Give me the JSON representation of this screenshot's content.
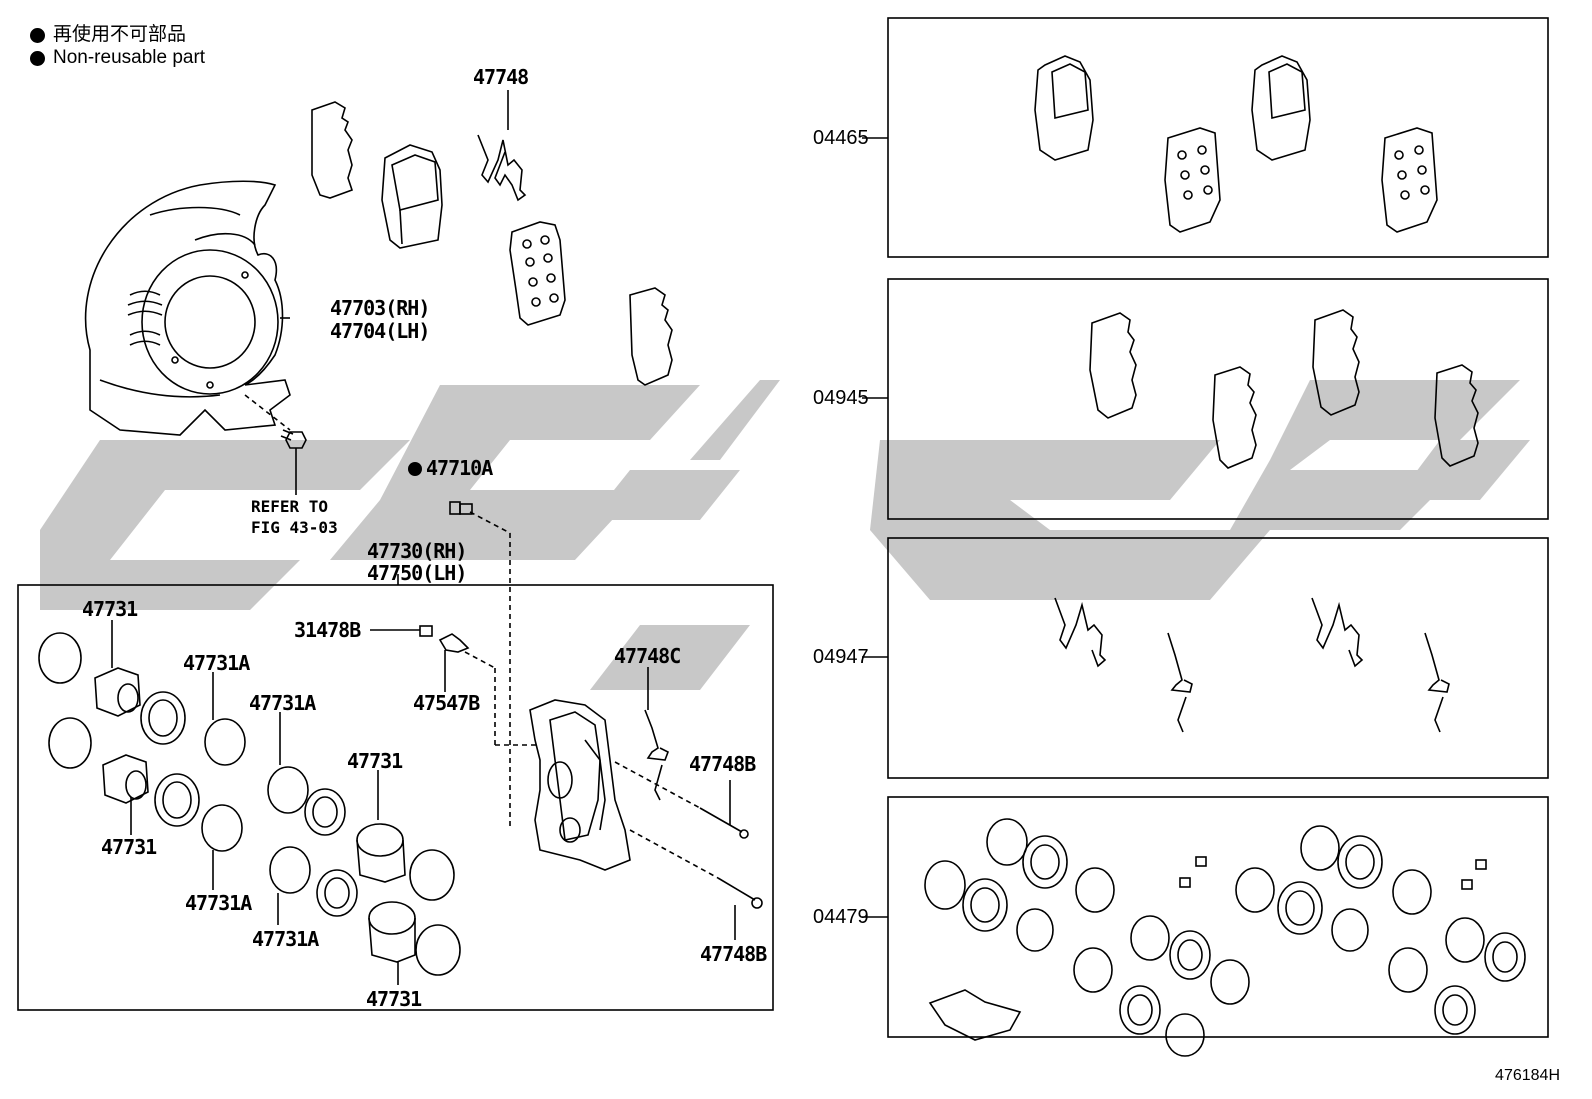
{
  "legend": [
    {
      "text": "再使用不可部品"
    },
    {
      "text": "Non-reusable part"
    }
  ],
  "labels": {
    "p47748": "47748",
    "p47703": "47703(RH)",
    "p47704": "47704(LH)",
    "p47710A": "47710A",
    "ref1": "REFER TO",
    "ref2": "FIG 43-03",
    "p47730": "47730(RH)",
    "p47750": "47750(LH)",
    "p47731_a": "47731",
    "p31478B": "31478B",
    "p47731A_a": "47731A",
    "p47731A_b": "47731A",
    "p47547B": "47547B",
    "p47748C": "47748C",
    "p47731_b": "47731",
    "p47748B_a": "47748B",
    "p47731_c": "47731",
    "p47731A_c": "47731A",
    "p47731A_d": "47731A",
    "p47748B_b": "47748B",
    "p47731_d": "47731"
  },
  "kits": [
    {
      "code": "04465"
    },
    {
      "code": "04945"
    },
    {
      "code": "04947"
    },
    {
      "code": "04479"
    }
  ],
  "figure_id": "476184H",
  "colors": {
    "line": "#000000",
    "watermark": "#c8c8c8"
  }
}
